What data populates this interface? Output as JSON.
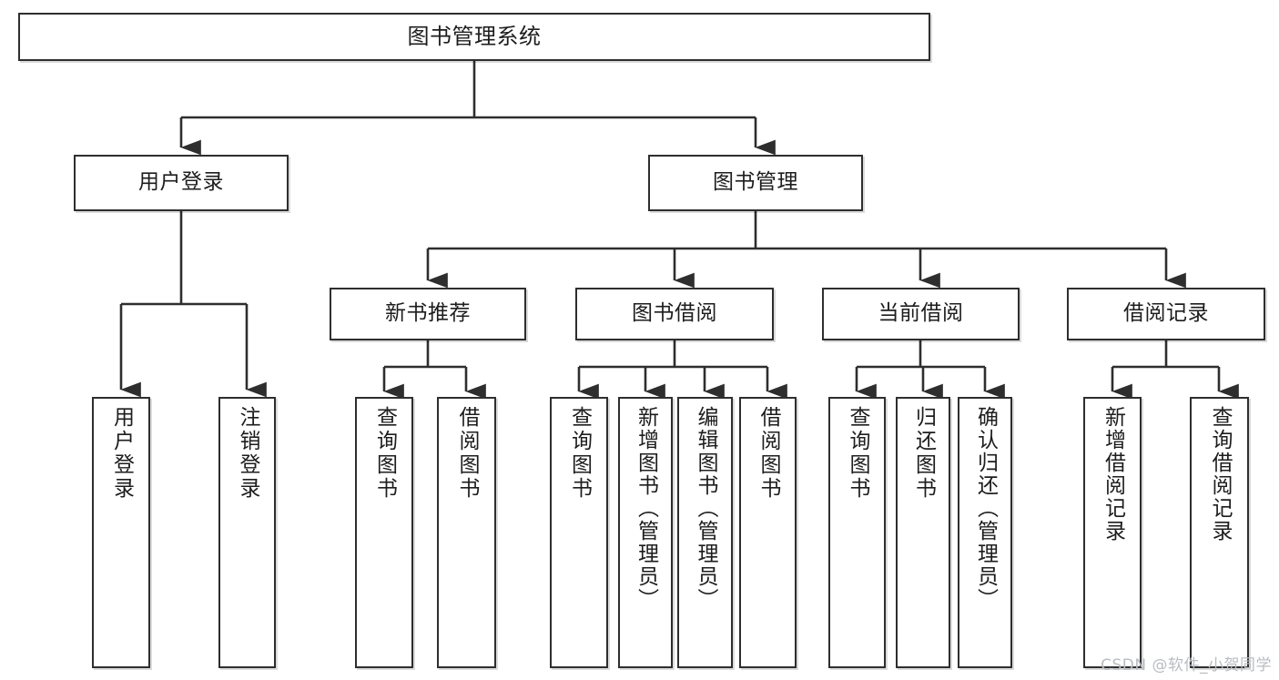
{
  "diagram": {
    "title": "图书管理系统",
    "type": "tree-hierarchy-diagram",
    "colors": {
      "box_border": "#2e2e2e",
      "box_fill": "#ffffff",
      "connector": "#2e2e2e",
      "text": "#1d1d1d",
      "watermark": "#b9bcc2"
    },
    "levels": {
      "root": {
        "label": "图书管理系统"
      },
      "level2": [
        {
          "label": "用户登录"
        },
        {
          "label": "图书管理"
        }
      ],
      "level3": [
        {
          "label": "新书推荐"
        },
        {
          "label": "图书借阅"
        },
        {
          "label": "当前借阅"
        },
        {
          "label": "借阅记录"
        }
      ],
      "leaves": {
        "user_login": [
          {
            "label": "用户登录"
          },
          {
            "label": "注销登录"
          }
        ],
        "new_book_recommend": [
          {
            "label": "查询图书"
          },
          {
            "label": "借阅图书"
          }
        ],
        "book_borrow": [
          {
            "label": "查询图书"
          },
          {
            "label": "新增图书（管理员）"
          },
          {
            "label": "编辑图书（管理员）"
          },
          {
            "label": "借阅图书"
          }
        ],
        "current_borrow": [
          {
            "label": "查询图书"
          },
          {
            "label": "归还图书"
          },
          {
            "label": "确认归还（管理员）"
          }
        ],
        "borrow_record": [
          {
            "label": "新增借阅记录"
          },
          {
            "label": "查询借阅记录"
          }
        ]
      }
    },
    "watermark": "CSDN @软件_小贺同学"
  }
}
